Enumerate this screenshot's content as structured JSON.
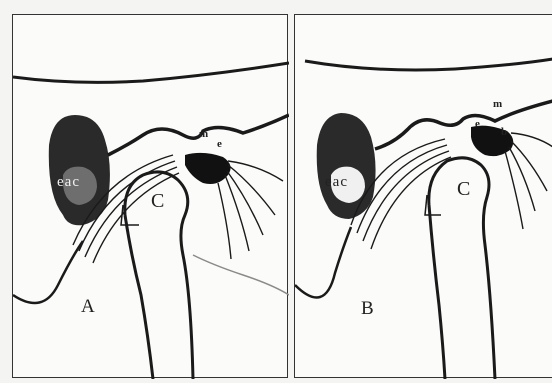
{
  "panels": {
    "a": {
      "letter": "A",
      "canal": "eac",
      "condyle": "C",
      "tag_m": "m",
      "tag_e": "e"
    },
    "b": {
      "letter": "B",
      "canal": "eac",
      "condyle": "C",
      "tag_m": "m",
      "tag_e": "e",
      "tag_b": "b"
    }
  },
  "colors": {
    "ink": "#1a1a1a",
    "paper": "#fbfbfa",
    "shade": "#8a8a8a"
  }
}
